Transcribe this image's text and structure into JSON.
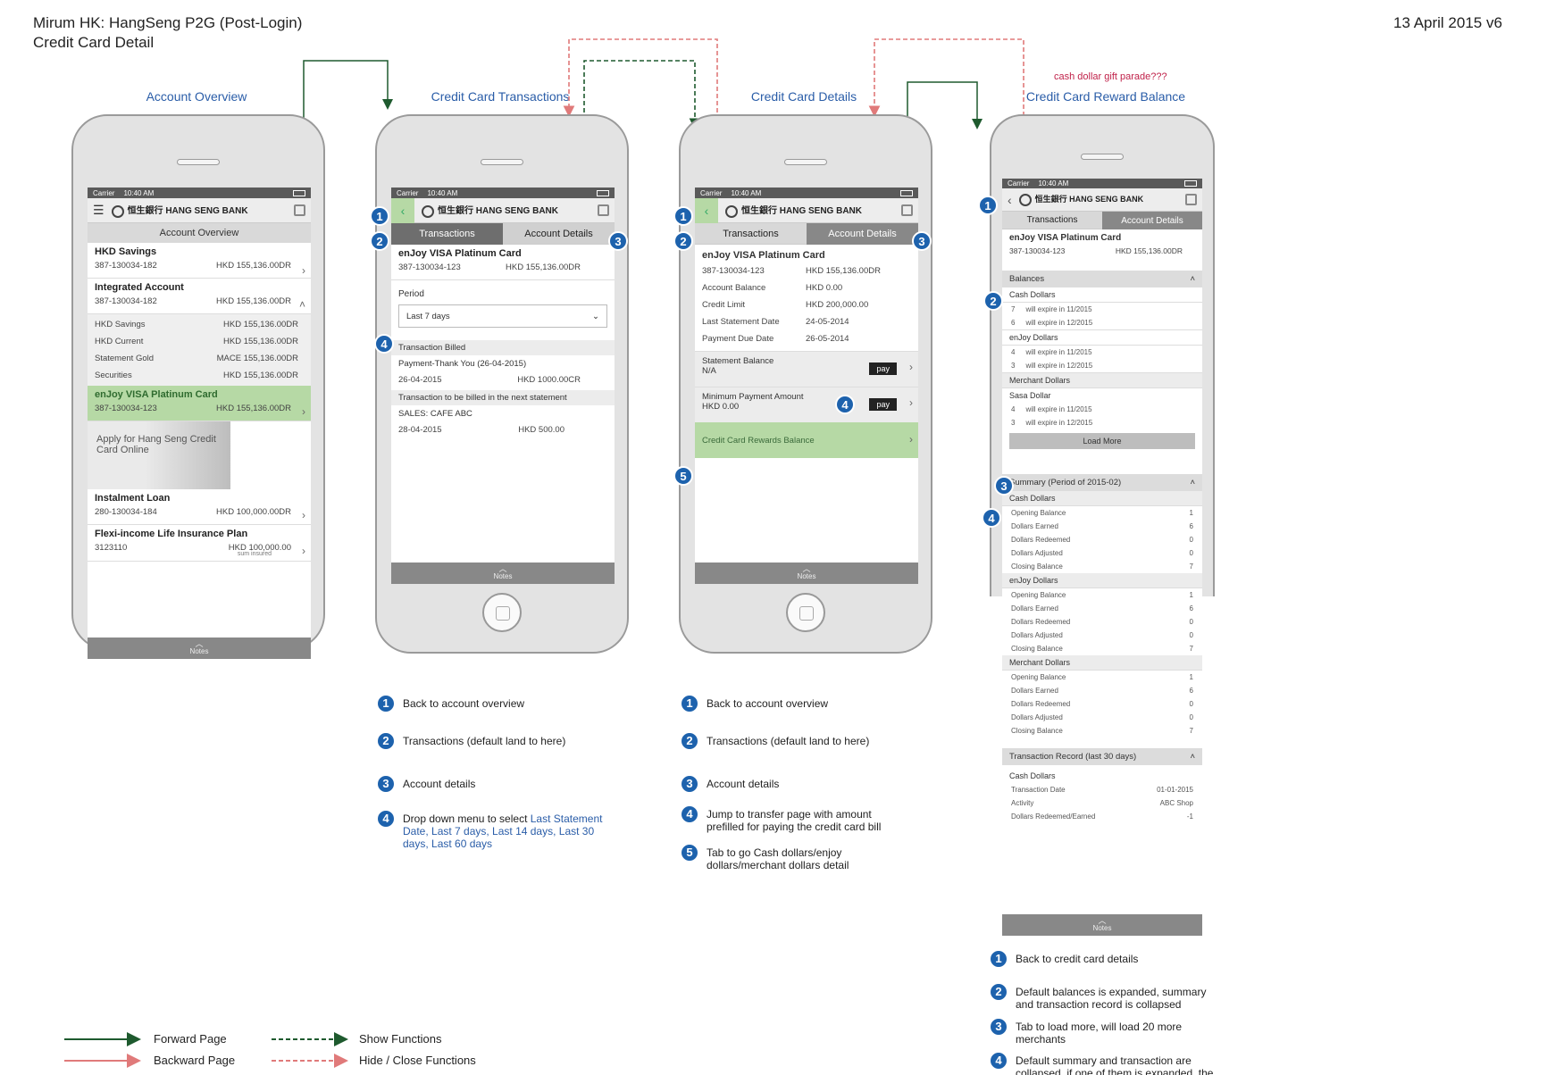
{
  "header": {
    "title_line1": "Mirum HK: HangSeng P2G (Post-Login)",
    "title_line2": "Credit Card Detail",
    "version": "13 April 2015 v6"
  },
  "common": {
    "carrier": "Carrier",
    "time": "10:40 AM",
    "bank_name": "恒生銀行 HANG SENG BANK",
    "notes": "Notes",
    "tab_transactions": "Transactions",
    "tab_account_details": "Account Details",
    "card_name": "enJoy VISA Platinum Card",
    "card_no": "387-130034-123",
    "card_amount": "HKD 155,136.00DR"
  },
  "screen1": {
    "title": "Account Overview",
    "page_title": "Account Overview",
    "accounts": [
      {
        "name": "HKD Savings",
        "no": "387-130034-182",
        "amount": "HKD 155,136.00DR"
      },
      {
        "name": "Integrated Account",
        "no": "387-130034-182",
        "amount": "HKD 155,136.00DR"
      }
    ],
    "sub_items": [
      {
        "name": "HKD Savings",
        "amount": "HKD 155,136.00DR"
      },
      {
        "name": "HKD Current",
        "amount": "HKD 155,136.00DR"
      },
      {
        "name": "Statement Gold",
        "amount": "MACE 155,136.00DR"
      },
      {
        "name": "Securities",
        "amount": "HKD 155,136.00DR"
      }
    ],
    "card": {
      "name": "enJoy VISA Platinum Card",
      "no": "387-130034-123",
      "amount": "HKD 155,136.00DR"
    },
    "banner_text": "Apply for Hang Seng Credit Card Online",
    "loan": {
      "name": "Instalment Loan",
      "no": "280-130034-184",
      "amount": "HKD 100,000.00DR"
    },
    "insurance": {
      "name": "Flexi-income Life Insurance Plan",
      "no": "3123110",
      "amount": "HKD 100,000.00",
      "note": "sum insured"
    }
  },
  "screen2": {
    "title": "Credit Card Transactions",
    "period_label": "Period",
    "period_value": "Last 7 days",
    "billed_header": "Transaction Billed",
    "billed_desc": "Payment-Thank You (26-04-2015)",
    "billed_date": "26-04-2015",
    "billed_amount": "HKD 1000.00CR",
    "next_header": "Transaction to be billed in the next statement",
    "next_desc": "SALES: CAFE ABC",
    "next_date": "28-04-2015",
    "next_amount": "HKD 500.00"
  },
  "screen3": {
    "title": "Credit Card Details",
    "details": [
      {
        "label": "387-130034-123",
        "value": "HKD 155,136.00DR"
      },
      {
        "label": "Account Balance",
        "value": "HKD 0.00"
      },
      {
        "label": "Credit Limit",
        "value": "HKD 200,000.00"
      },
      {
        "label": "Last Statement Date",
        "value": "24-05-2014"
      },
      {
        "label": "Payment Due Date",
        "value": "26-05-2014"
      }
    ],
    "statement_label": "Statement Balance",
    "statement_value": "N/A",
    "min_label": "Minimum Payment Amount",
    "min_value": "HKD 0.00",
    "pay": "pay",
    "rewards_link": "Credit Card Rewards Balance"
  },
  "screen4": {
    "note": "cash dollar gift parade???",
    "title": "Credit Card Reward Balance",
    "balances_header": "Balances",
    "groups": [
      {
        "name": "Cash Dollars",
        "items": [
          {
            "n": "7",
            "t": "will expire in 11/2015"
          },
          {
            "n": "6",
            "t": "will expire in 12/2015"
          }
        ]
      },
      {
        "name": "enJoy Dollars",
        "items": [
          {
            "n": "4",
            "t": "will expire in 11/2015"
          },
          {
            "n": "3",
            "t": "will expire in 12/2015"
          }
        ]
      },
      {
        "name": "Merchant Dollars",
        "sub": "Sasa Dollar",
        "items": [
          {
            "n": "4",
            "t": "will expire in 11/2015"
          },
          {
            "n": "3",
            "t": "will expire in 12/2015"
          }
        ]
      }
    ],
    "load_more": "Load More",
    "summary_header": "Summary (Period of 2015-02)",
    "summary": [
      {
        "name": "Cash Dollars",
        "rows": [
          {
            "l": "Opening Balance",
            "v": "1"
          },
          {
            "l": "Dollars Earned",
            "v": "6"
          },
          {
            "l": "Dollars Redeemed",
            "v": "0"
          },
          {
            "l": "Dollars Adjusted",
            "v": "0"
          },
          {
            "l": "Closing Balance",
            "v": "7"
          }
        ]
      },
      {
        "name": "enJoy Dollars",
        "rows": [
          {
            "l": "Opening Balance",
            "v": "1"
          },
          {
            "l": "Dollars Earned",
            "v": "6"
          },
          {
            "l": "Dollars Redeemed",
            "v": "0"
          },
          {
            "l": "Dollars Adjusted",
            "v": "0"
          },
          {
            "l": "Closing Balance",
            "v": "7"
          }
        ]
      },
      {
        "name": "Merchant Dollars",
        "rows": [
          {
            "l": "Opening Balance",
            "v": "1"
          },
          {
            "l": "Dollars Earned",
            "v": "6"
          },
          {
            "l": "Dollars Redeemed",
            "v": "0"
          },
          {
            "l": "Dollars Adjusted",
            "v": "0"
          },
          {
            "l": "Closing Balance",
            "v": "7"
          }
        ]
      }
    ],
    "record_header": "Transaction Record (last 30 days)",
    "record_group": "Cash Dollars",
    "record_rows": [
      {
        "l": "Transaction Date",
        "v": "01-01-2015"
      },
      {
        "l": "Activity",
        "v": "ABC Shop"
      },
      {
        "l": "Dollars Redeemed/Earned",
        "v": "-1"
      }
    ]
  },
  "annotations2": [
    {
      "n": "1",
      "text": "Back to account overview"
    },
    {
      "n": "2",
      "text": "Transactions (default land to here)"
    },
    {
      "n": "3",
      "text": "Account details"
    },
    {
      "n": "4",
      "text": "Drop down menu to select ",
      "hl": "Last Statement Date, Last 7 days, Last 14 days, Last 30 days, Last 60 days"
    }
  ],
  "annotations3": [
    {
      "n": "1",
      "text": "Back to account overview"
    },
    {
      "n": "2",
      "text": "Transactions (default land to here)"
    },
    {
      "n": "3",
      "text": "Account details"
    },
    {
      "n": "4",
      "text": "Jump to transfer page with amount prefilled for paying the credit card bill"
    },
    {
      "n": "5",
      "text": "Tab to go Cash dollars/enjoy dollars/merchant dollars detail"
    }
  ],
  "annotations4": [
    {
      "n": "1",
      "text": "Back to credit card details"
    },
    {
      "n": "2",
      "text": "Default balances is expanded, summary and transaction record is collapsed"
    },
    {
      "n": "3",
      "text": "Tab to load more, will load 20 more merchants"
    },
    {
      "n": "4",
      "text": "Default summary and transaction are collapsed, if one of them is expanded, the other one will be collapsed"
    }
  ],
  "legend": {
    "forward": "Forward Page",
    "backward": "Backward Page",
    "show": "Show Functions",
    "hide": "Hide / Close Functions",
    "forward_color": "#1e5a2e",
    "backward_color": "#e07a7a"
  }
}
